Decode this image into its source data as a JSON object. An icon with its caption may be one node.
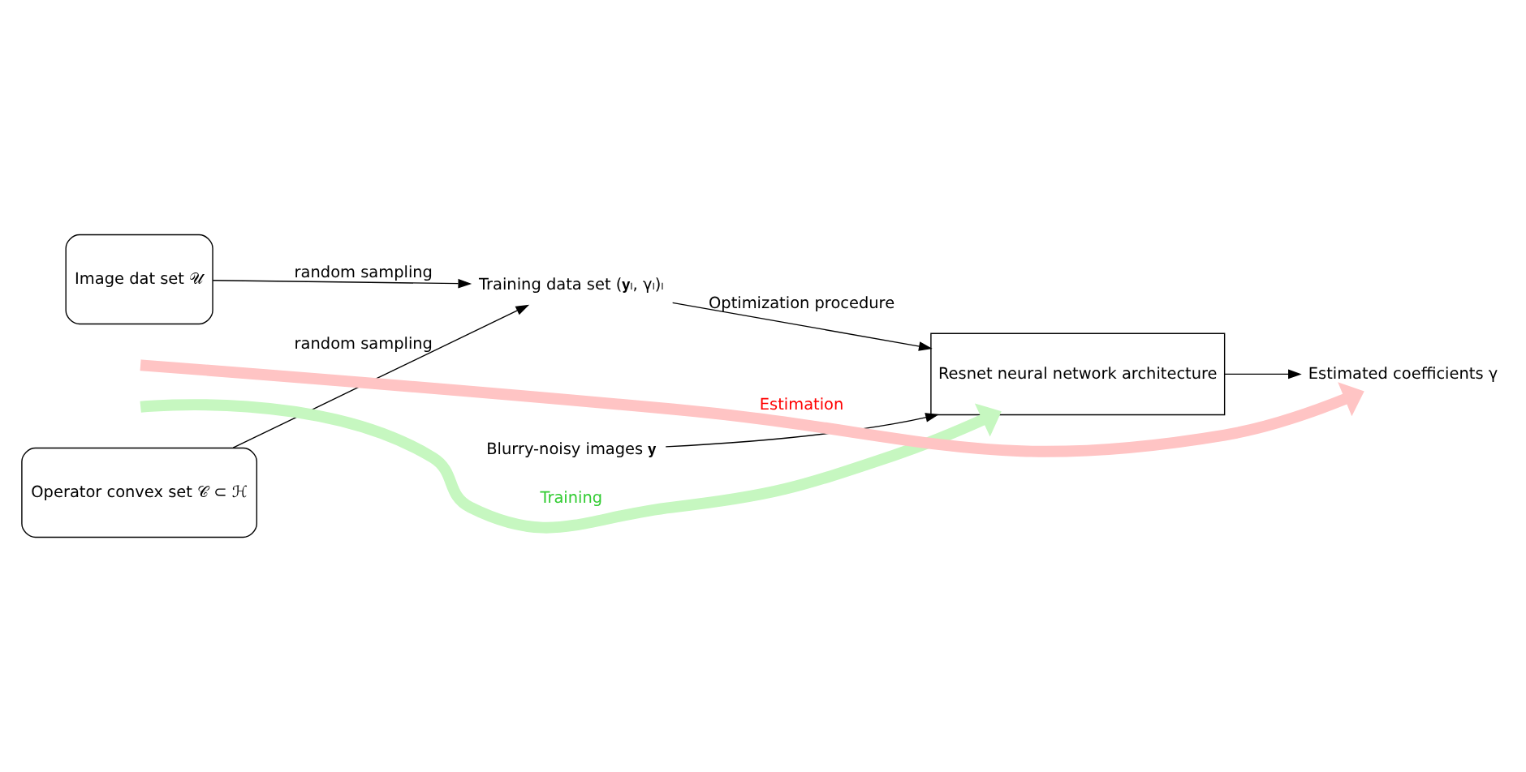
{
  "diagram": {
    "nodes": [
      {
        "text": [
          "Image dat set 𝒰"
        ]
      },
      {
        "text": [
          "Operator convex set 𝒞 ⊂ ℋ"
        ]
      },
      {
        "text": [
          "Training data set (𝐲ₗ, γₗ)ₗ"
        ]
      },
      {
        "text": [
          "Resnet neural network architecture"
        ]
      },
      {
        "text": [
          "Blurry-noisy images 𝐲"
        ]
      },
      {
        "text": [
          "Estimated coefficients γ"
        ]
      }
    ],
    "edges": [
      {
        "from": 0,
        "to": 2,
        "arrow": "to",
        "label": "random sampling"
      },
      {
        "from": 1,
        "to": 2,
        "arrow": "to",
        "label": "random sampling"
      },
      {
        "from": 2,
        "to": 3,
        "arrow": "to",
        "label": "Optimization procedure"
      },
      {
        "from": 4,
        "to": 3,
        "arrow": "to"
      },
      {
        "from": 3,
        "to": 5,
        "arrow": "to"
      },
      {
        "from": null,
        "to": 3,
        "arrow": "to",
        "label": "Training",
        "style": "thick",
        "color": "#c6f7c0"
      },
      {
        "from": null,
        "to": 5,
        "arrow": "to",
        "label": "Estimation",
        "style": "thick",
        "color": "#ffc4c4"
      }
    ]
  }
}
